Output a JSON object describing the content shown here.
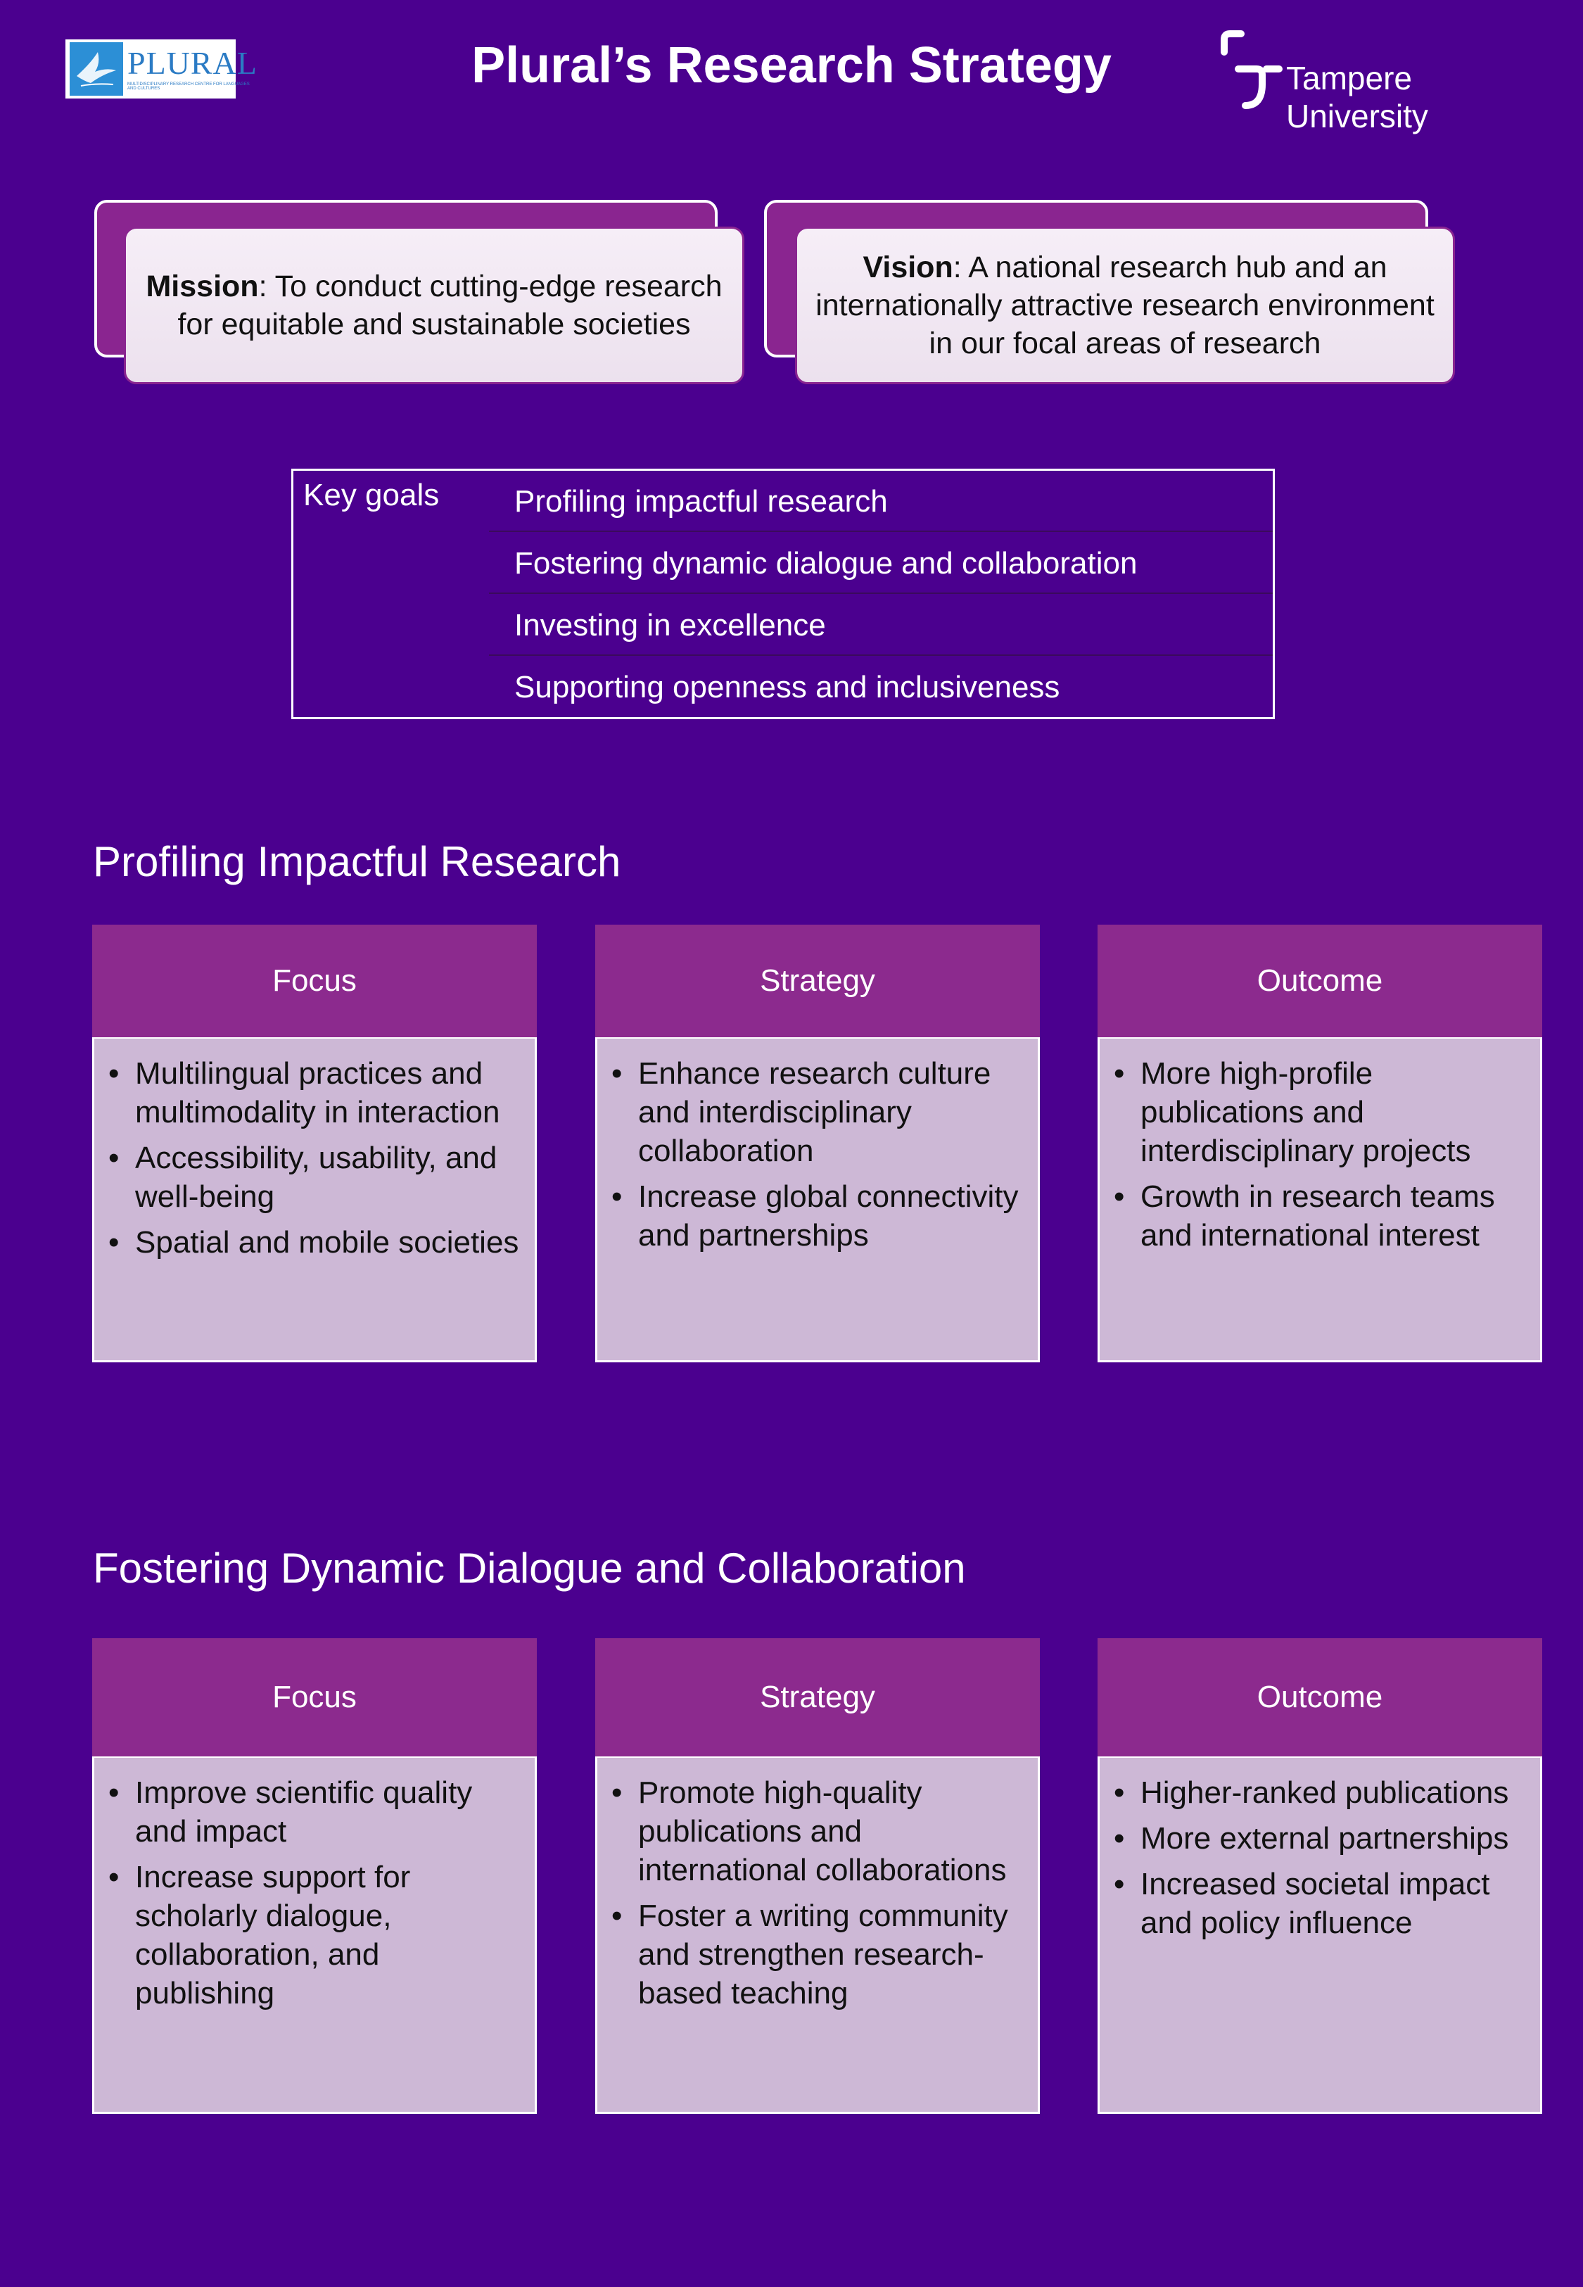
{
  "header": {
    "title": "Plural’s Research Strategy",
    "plural_logo": {
      "name": "PLURAL",
      "subtitle": "MULTIDISCIPLINARY RESEARCH CENTRE FOR LANGUAGES AND CULTURES"
    },
    "tampere_logo": {
      "text": "Tampere University"
    }
  },
  "mission": {
    "label": "Mission",
    "text": ": To conduct cutting-edge research for equitable and sustainable societies"
  },
  "vision": {
    "label": "Vision",
    "text": ": A national research hub and an internationally attractive research environment in our focal areas of research"
  },
  "key_goals": {
    "label": "Key goals",
    "items": [
      "Profiling impactful research",
      "Fostering dynamic dialogue and collaboration",
      "Investing in excellence",
      "Supporting openness and inclusiveness"
    ]
  },
  "sections": [
    {
      "heading": "Profiling Impactful Research",
      "cards": [
        {
          "title": "Focus",
          "bullets": [
            "Multilingual practices and multimodality in interaction",
            "Accessibility, usability, and well-being",
            "Spatial and mobile societies"
          ]
        },
        {
          "title": "Strategy",
          "bullets": [
            "Enhance research culture and interdisciplinary collaboration",
            "Increase global connectivity and partnerships"
          ]
        },
        {
          "title": "Outcome",
          "bullets": [
            "More high-profile publications and interdisciplinary projects",
            "Growth in research teams and international interest"
          ]
        }
      ]
    },
    {
      "heading": "Fostering Dynamic Dialogue and Collaboration",
      "cards": [
        {
          "title": "Focus",
          "bullets": [
            "Improve scientific quality and impact",
            "Increase support for scholarly dialogue, collaboration, and publishing"
          ]
        },
        {
          "title": "Strategy",
          "bullets": [
            "Promote high-quality publications and international collaborations",
            "Foster a writing community and strengthen research-based teaching"
          ]
        },
        {
          "title": "Outcome",
          "bullets": [
            "Higher-ranked publications",
            "More external partnerships",
            "Increased societal impact and policy influence"
          ]
        }
      ]
    }
  ]
}
